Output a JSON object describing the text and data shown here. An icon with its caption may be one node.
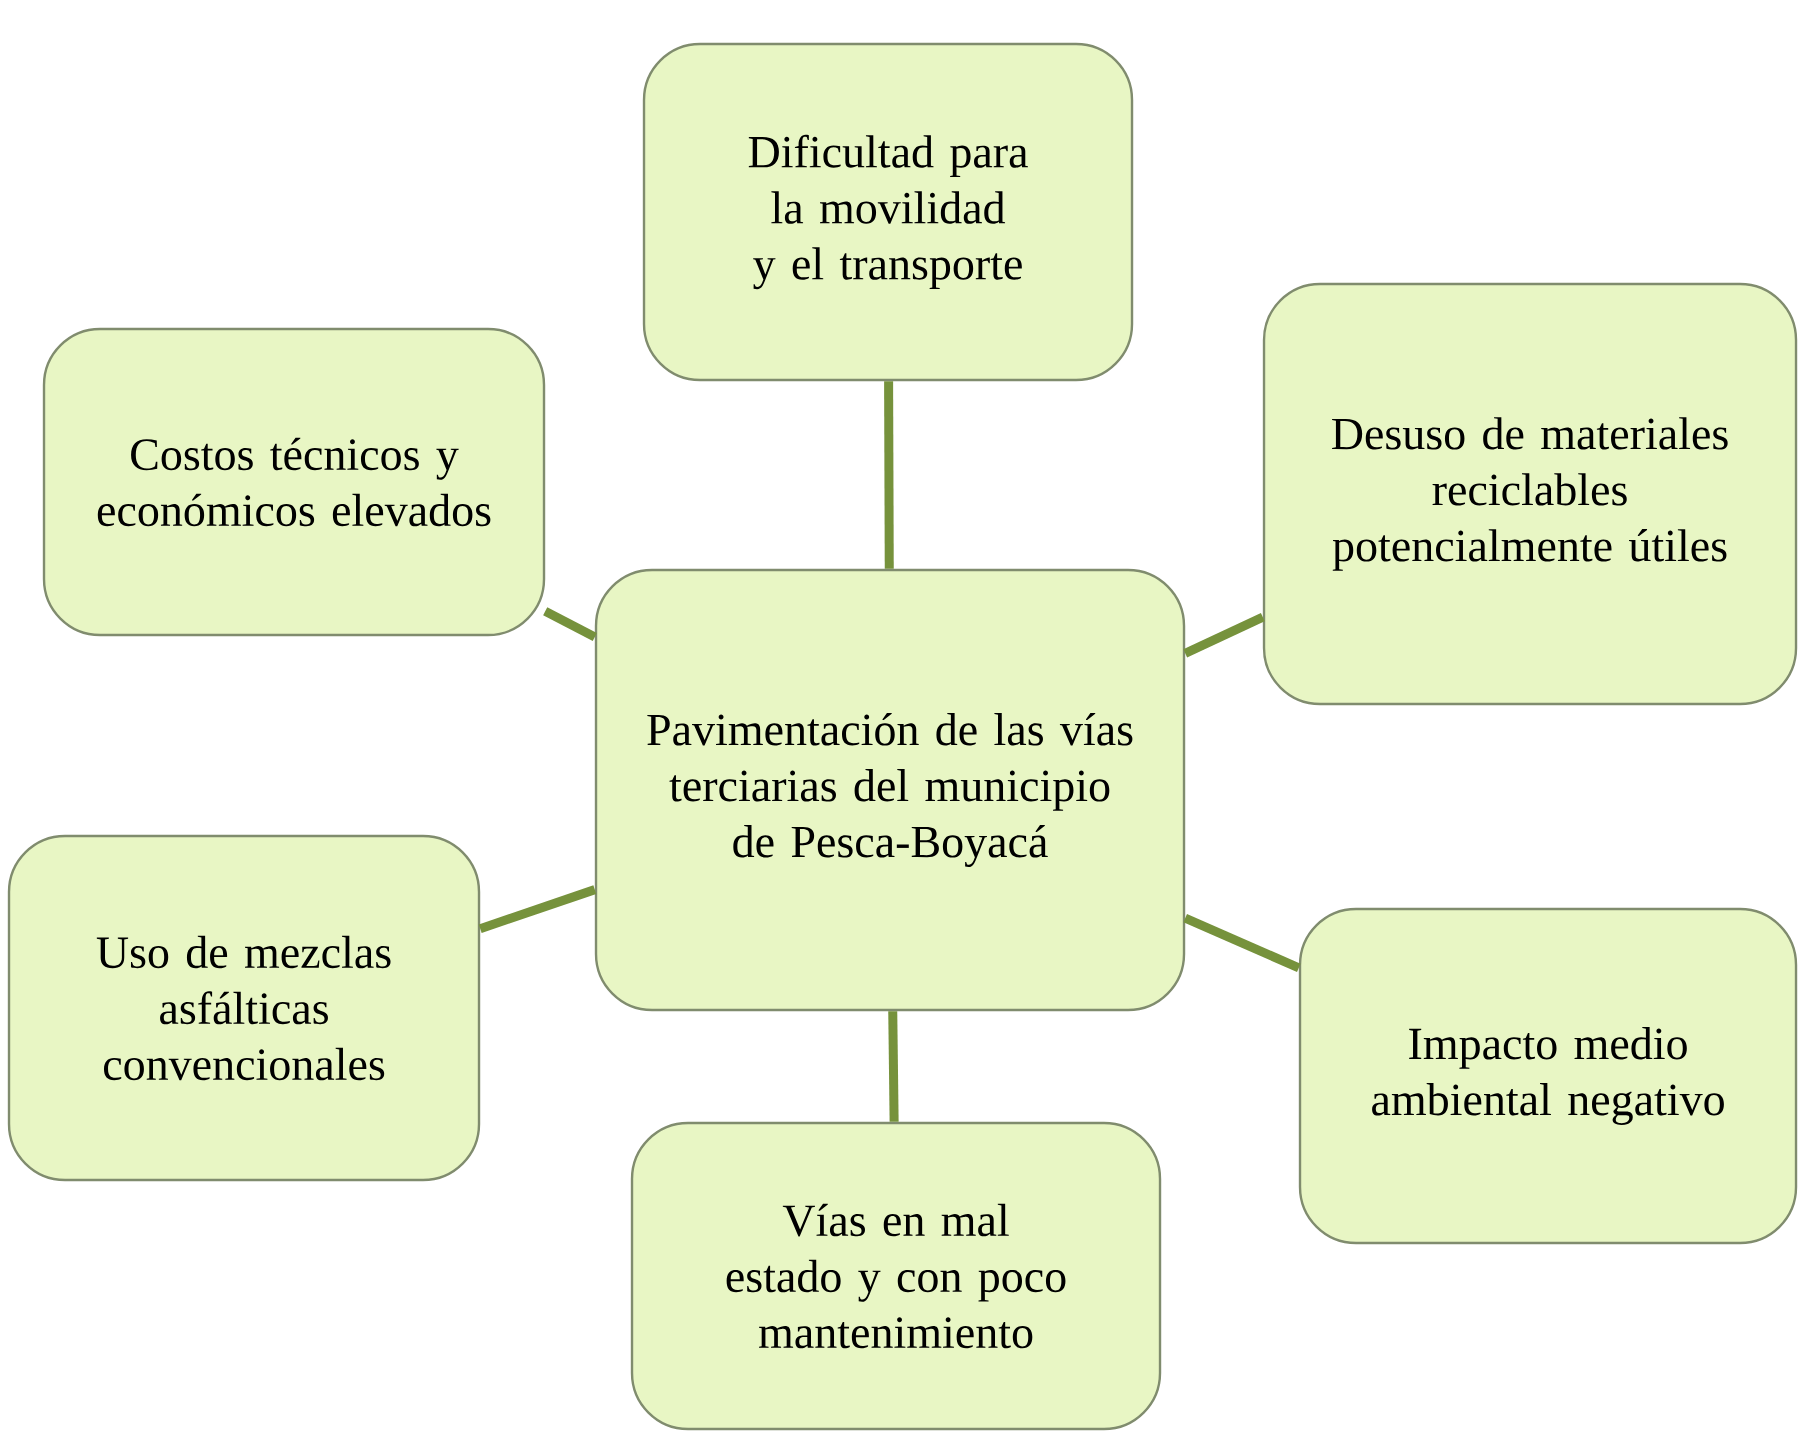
{
  "diagram": {
    "nodes": [
      {
        "text": [
          "Pavimentación de las vías terciarias del municipio de Pesca-Boyacá"
        ]
      },
      {
        "text": [
          "Dificultad para la movilidad y el transporte"
        ]
      },
      {
        "text": [
          "Costos técnicos y económicos elevados"
        ]
      },
      {
        "text": [
          "Desuso de materiales reciclables potencialmente útiles"
        ]
      },
      {
        "text": [
          "Uso de mezclas asfálticas convencionales"
        ]
      },
      {
        "text": [
          "Impacto medio ambiental negativo"
        ]
      },
      {
        "text": [
          "Vías en mal estado y con poco mantenimiento"
        ]
      }
    ],
    "edges": [
      {
        "from": 0,
        "to": 1,
        "arrow": "none"
      },
      {
        "from": 0,
        "to": 2,
        "arrow": "none"
      },
      {
        "from": 0,
        "to": 3,
        "arrow": "none"
      },
      {
        "from": 0,
        "to": 4,
        "arrow": "none"
      },
      {
        "from": 0,
        "to": 5,
        "arrow": "none"
      },
      {
        "from": 0,
        "to": 6,
        "arrow": "none"
      }
    ]
  }
}
